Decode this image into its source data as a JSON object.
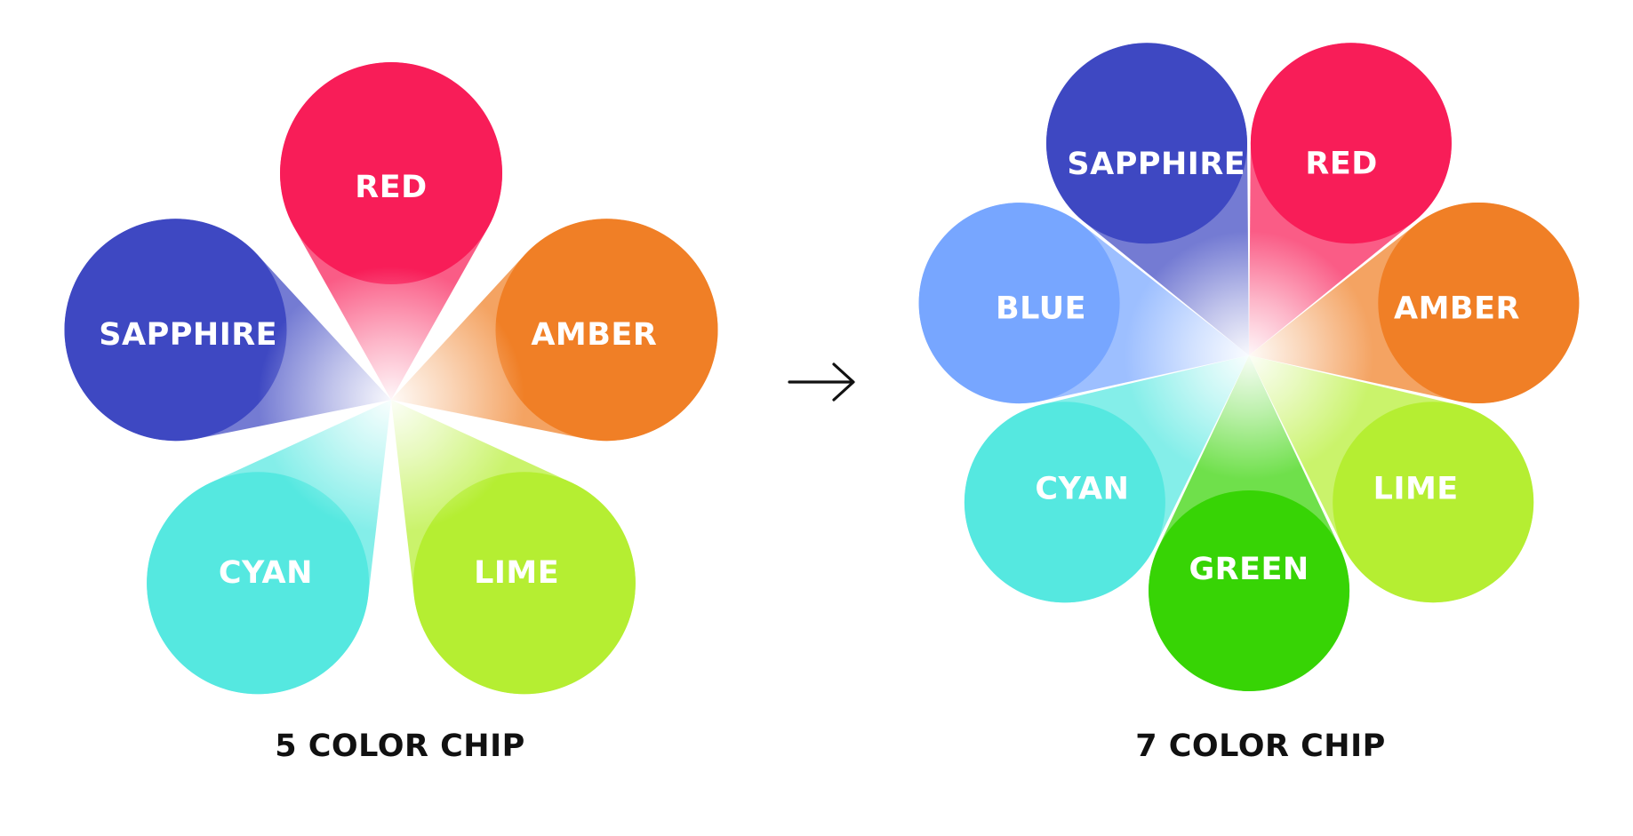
{
  "diagrams": [
    {
      "caption": "5 COLOR CHIP",
      "petals": [
        {
          "label": "RED",
          "color": "#F81D58"
        },
        {
          "label": "AMBER",
          "color": "#F07F26"
        },
        {
          "label": "LIME",
          "color": "#B5EE32"
        },
        {
          "label": "CYAN",
          "color": "#55E8E0"
        },
        {
          "label": "SAPPHIRE",
          "color": "#3E48C2"
        }
      ]
    },
    {
      "caption": "7 COLOR CHIP",
      "petals": [
        {
          "label": "RED",
          "color": "#F81D58"
        },
        {
          "label": "AMBER",
          "color": "#F07F26"
        },
        {
          "label": "LIME",
          "color": "#B5EE32"
        },
        {
          "label": "GREEN",
          "color": "#37D405"
        },
        {
          "label": "CYAN",
          "color": "#55E8E0"
        },
        {
          "label": "BLUE",
          "color": "#77A6FF"
        },
        {
          "label": "SAPPHIRE",
          "color": "#3E48C2"
        }
      ]
    }
  ],
  "arrow_icon": "right-arrow-icon"
}
